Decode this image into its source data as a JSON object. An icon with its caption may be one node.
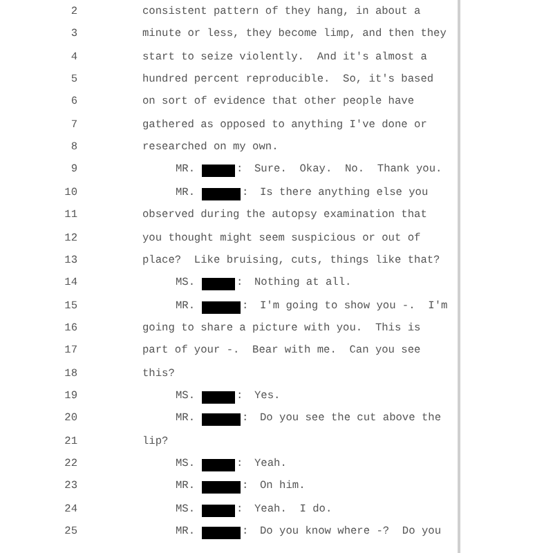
{
  "diagram": {
    "labels": [
      "2",
      "consistent pattern of they hang, in about a",
      "3",
      "minute or less, they become limp, and then they",
      "4",
      "start to seize violently.  And it's almost a",
      "5",
      "hundred percent reproducible.  So, it's based",
      "6",
      "on sort of evidence that other people have",
      "7",
      "gathered as opposed to anything I've done or",
      "8",
      "researched on my own.",
      "9",
      "MR.",
      ":",
      "Sure.  Okay.  No.  Thank you.",
      "10",
      "MR.",
      ":",
      "Is there anything else you",
      "11",
      "observed during the autopsy examination that",
      "12",
      "you thought might seem suspicious or out of",
      "13",
      "place?  Like bruising, cuts, things like that?",
      "14",
      "MS.",
      ":",
      "Nothing at all.",
      "15",
      "MR.",
      ":",
      "I'm going to show you -.  I'm",
      "16",
      "going to share a picture with you.  This is",
      "17",
      "part of your -.  Bear with me.  Can you see",
      "18",
      "this?",
      "19",
      "MS.",
      ":",
      "Yes.",
      "20",
      "MR.",
      ":",
      "Do you see the cut above the",
      "21",
      "lip?",
      "22",
      "MS.",
      ":",
      "Yeah.",
      "23",
      "MR.",
      ":",
      "On him.",
      "24",
      "MS.",
      ":",
      "Yeah.  I do.",
      "25",
      "MR.",
      ":",
      "Do you know where -?  Do you"
    ]
  }
}
